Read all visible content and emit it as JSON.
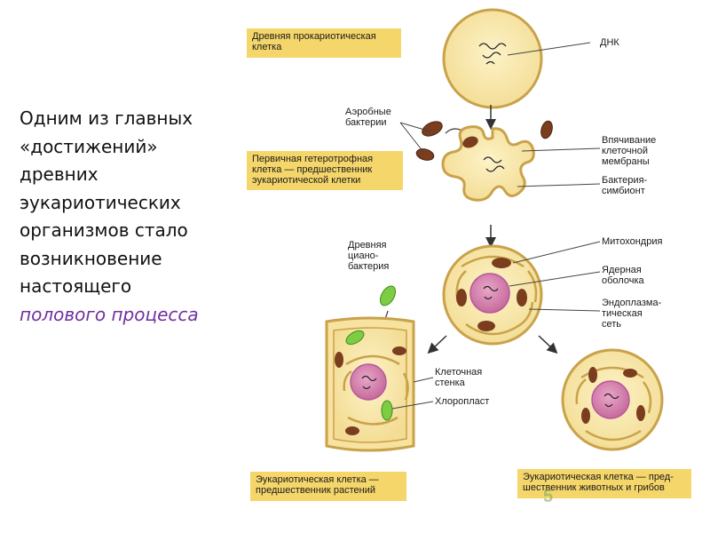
{
  "main_text": {
    "lines": [
      "Одним из главных",
      "«достижений»",
      "древних",
      "эукариотических",
      "организмов стало",
      "возникновение",
      "настоящего"
    ],
    "accent": "полового процесса"
  },
  "boxes": {
    "ancient_prokaryote": [
      "Древняя прокариотическая",
      "клетка"
    ],
    "primary_heterotroph": [
      "Первичная гетеротрофная",
      "клетка — предшественник",
      "эукариотической клетки"
    ],
    "plant_precursor": [
      "Эукариотическая клетка —",
      "предшественник растений"
    ],
    "animal_fungi_precursor": [
      "Эукариотическая клетка — пред-",
      "шественник животных и грибов"
    ]
  },
  "labels": {
    "dna": [
      "ДНК"
    ],
    "aerobic_bacteria": [
      "Аэробные",
      "бактерии"
    ],
    "membrane_invagination": [
      "Впячивание",
      "клеточной",
      "мембраны"
    ],
    "symbiont_bacterium": [
      "Бактерия-",
      "симбионт"
    ],
    "cyanobacterium": [
      "Древняя",
      "циано-",
      "бактерия"
    ],
    "mitochondrion": [
      "Митохондрия"
    ],
    "nuclear_envelope": [
      "Ядерная",
      "оболочка"
    ],
    "endoplasmic_reticulum": [
      "Эндоплазма-",
      "тическая",
      "сеть"
    ],
    "cell_wall": [
      "Клеточная",
      "стенка"
    ],
    "chloroplast": [
      "Хлоропласт"
    ]
  },
  "watermark": "5"
}
